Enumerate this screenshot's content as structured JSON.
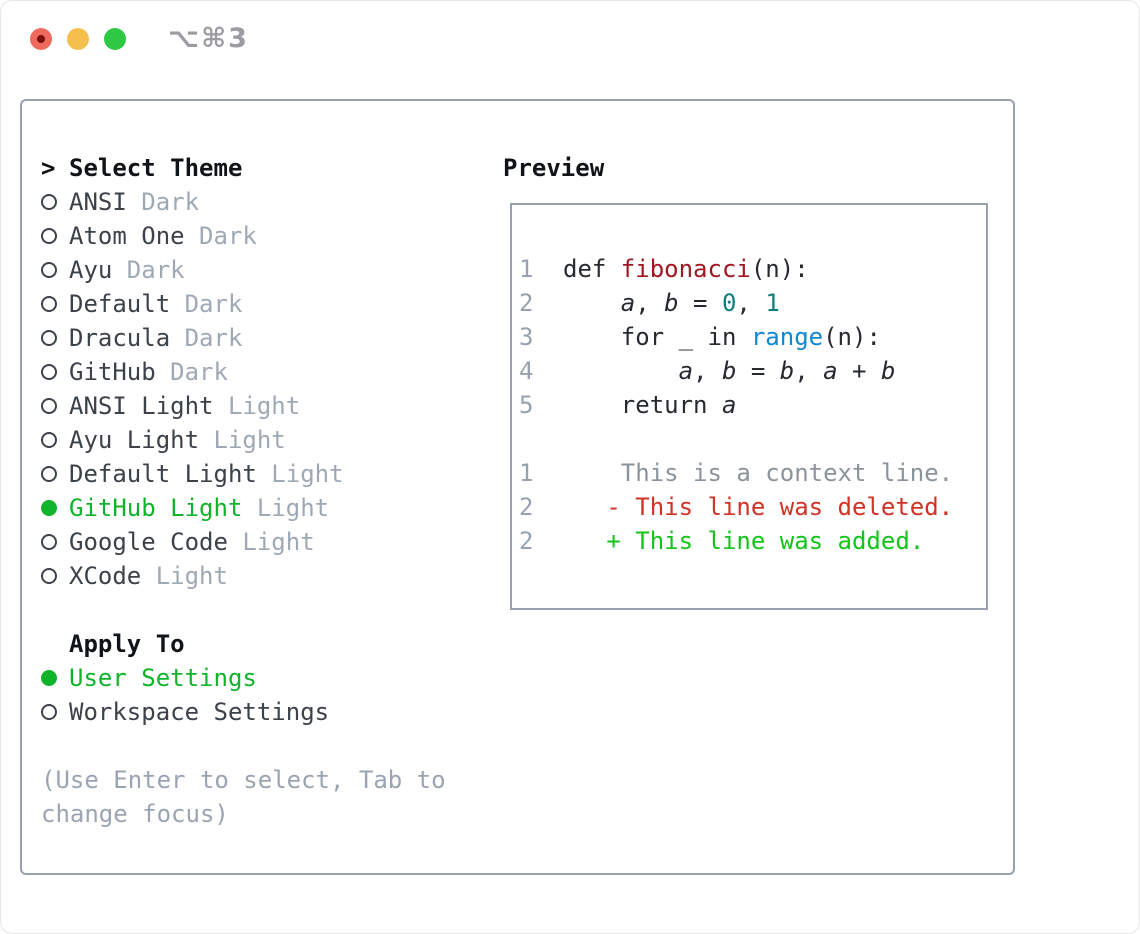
{
  "window": {
    "title": "⌥⌘3",
    "traffic_lights": [
      "close",
      "minimize",
      "zoom"
    ]
  },
  "theme_panel": {
    "header": {
      "prefix": ">",
      "label": "Select Theme"
    },
    "items": [
      {
        "name": "ANSI",
        "variant": "Dark",
        "selected": false
      },
      {
        "name": "Atom One",
        "variant": "Dark",
        "selected": false
      },
      {
        "name": "Ayu",
        "variant": "Dark",
        "selected": false
      },
      {
        "name": "Default",
        "variant": "Dark",
        "selected": false
      },
      {
        "name": "Dracula",
        "variant": "Dark",
        "selected": false
      },
      {
        "name": "GitHub",
        "variant": "Dark",
        "selected": false
      },
      {
        "name": "ANSI Light",
        "variant": "Light",
        "selected": false
      },
      {
        "name": "Ayu Light",
        "variant": "Light",
        "selected": false
      },
      {
        "name": "Default Light",
        "variant": "Light",
        "selected": false
      },
      {
        "name": "GitHub Light",
        "variant": "Light",
        "selected": true
      },
      {
        "name": "Google Code",
        "variant": "Light",
        "selected": false
      },
      {
        "name": "XCode",
        "variant": "Light",
        "selected": false
      }
    ],
    "apply_to": {
      "label": "Apply To",
      "options": [
        {
          "name": "User Settings",
          "selected": true
        },
        {
          "name": "Workspace Settings",
          "selected": false
        }
      ]
    },
    "hint": "(Use Enter to select, Tab to change focus)"
  },
  "preview": {
    "label": "Preview",
    "code_lines": [
      {
        "no": "1",
        "segments": [
          {
            "t": "def ",
            "s": "pln"
          },
          {
            "t": "fibonacci",
            "s": "fn"
          },
          {
            "t": "(n):",
            "s": "pln"
          }
        ]
      },
      {
        "no": "2",
        "segments": [
          {
            "t": "    ",
            "s": "pln"
          },
          {
            "t": "a",
            "s": "var"
          },
          {
            "t": ", ",
            "s": "pln"
          },
          {
            "t": "b",
            "s": "var"
          },
          {
            "t": " = ",
            "s": "pln"
          },
          {
            "t": "0",
            "s": "num"
          },
          {
            "t": ", ",
            "s": "pln"
          },
          {
            "t": "1",
            "s": "num"
          }
        ]
      },
      {
        "no": "3",
        "segments": [
          {
            "t": "    for _ in ",
            "s": "pln"
          },
          {
            "t": "range",
            "s": "bi"
          },
          {
            "t": "(n):",
            "s": "pln"
          }
        ]
      },
      {
        "no": "4",
        "segments": [
          {
            "t": "        ",
            "s": "pln"
          },
          {
            "t": "a",
            "s": "var"
          },
          {
            "t": ", ",
            "s": "pln"
          },
          {
            "t": "b",
            "s": "var"
          },
          {
            "t": " = ",
            "s": "pln"
          },
          {
            "t": "b",
            "s": "var"
          },
          {
            "t": ", ",
            "s": "pln"
          },
          {
            "t": "a",
            "s": "var"
          },
          {
            "t": " + ",
            "s": "pln"
          },
          {
            "t": "b",
            "s": "var"
          }
        ]
      },
      {
        "no": "5",
        "segments": [
          {
            "t": "    return ",
            "s": "pln"
          },
          {
            "t": "a",
            "s": "var"
          }
        ]
      },
      {
        "no": "",
        "segments": []
      },
      {
        "no": "1",
        "segments": [
          {
            "t": "    This is a context line.",
            "s": "ctx"
          }
        ]
      },
      {
        "no": "2",
        "segments": [
          {
            "t": "   - This line was deleted.",
            "s": "del"
          }
        ]
      },
      {
        "no": "2",
        "segments": [
          {
            "t": "   + This line was added.",
            "s": "add"
          }
        ]
      }
    ]
  },
  "colors": {
    "panel_border": "#98a1ad",
    "selected_green": "#10b42b",
    "muted_gray": "#9fa9b6",
    "item_text": "#3c4249",
    "line_number": "#97a2ae",
    "code_plain": "#26292e",
    "function_red": "#a31520",
    "number_teal": "#0e7f7b",
    "builtin_blue": "#0f87d2",
    "context_gray": "#8b939c",
    "deleted_red": "#d03226",
    "added_green": "#12c518",
    "traffic_red": "#ee6a5e",
    "traffic_yellow": "#f5bf4e",
    "traffic_green": "#2fc845"
  }
}
